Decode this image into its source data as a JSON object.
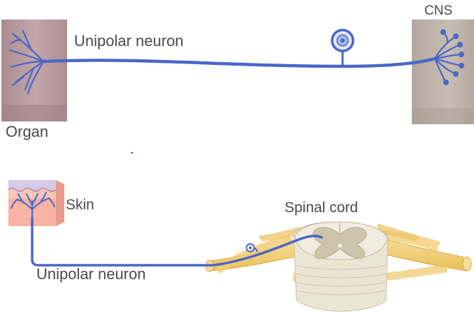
{
  "labels": {
    "cns": "CNS",
    "organ": "Organ",
    "unipolar_top": "Unipolar neuron",
    "skin": "Skin",
    "spinal_cord": "Spinal cord",
    "unipolar_bottom": "Unipolar neuron"
  },
  "colors": {
    "neuron": "#4a66c8",
    "organ_block": "#b89a9c",
    "cns_block": "#bdb3a9",
    "skin_top": "#f2b9a3",
    "nerve": "#f3d27c",
    "spinal_matter": "#e8e0cc",
    "spinal_grey": "#c9c1aa",
    "text": "#4a4a4a"
  },
  "icons": {
    "top_soma": "neuron-cell-body-icon",
    "bottom_soma": "neuron-cell-body-icon"
  }
}
